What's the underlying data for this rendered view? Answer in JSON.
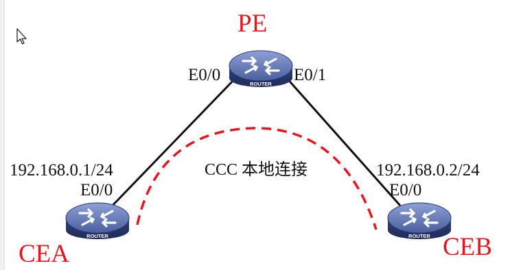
{
  "nodes": {
    "pe": {
      "name": "PE",
      "badge": "ROUTER",
      "iface_left": "E0/0",
      "iface_right": "E0/1"
    },
    "cea": {
      "name": "CEA",
      "badge": "ROUTER",
      "iface": "E0/0",
      "ip": "192.168.0.1/24"
    },
    "ceb": {
      "name": "CEB",
      "badge": "ROUTER",
      "iface": "E0/0",
      "ip": "192.168.0.2/24"
    }
  },
  "connection": {
    "label": "CCC 本地连接"
  },
  "colors": {
    "label_red": "#e8141e",
    "router_body": "#3d4f8c",
    "link": "#111111",
    "ccc_path": "#e8141e"
  },
  "icons": [
    "mouse-cursor-icon",
    "router-icon"
  ]
}
